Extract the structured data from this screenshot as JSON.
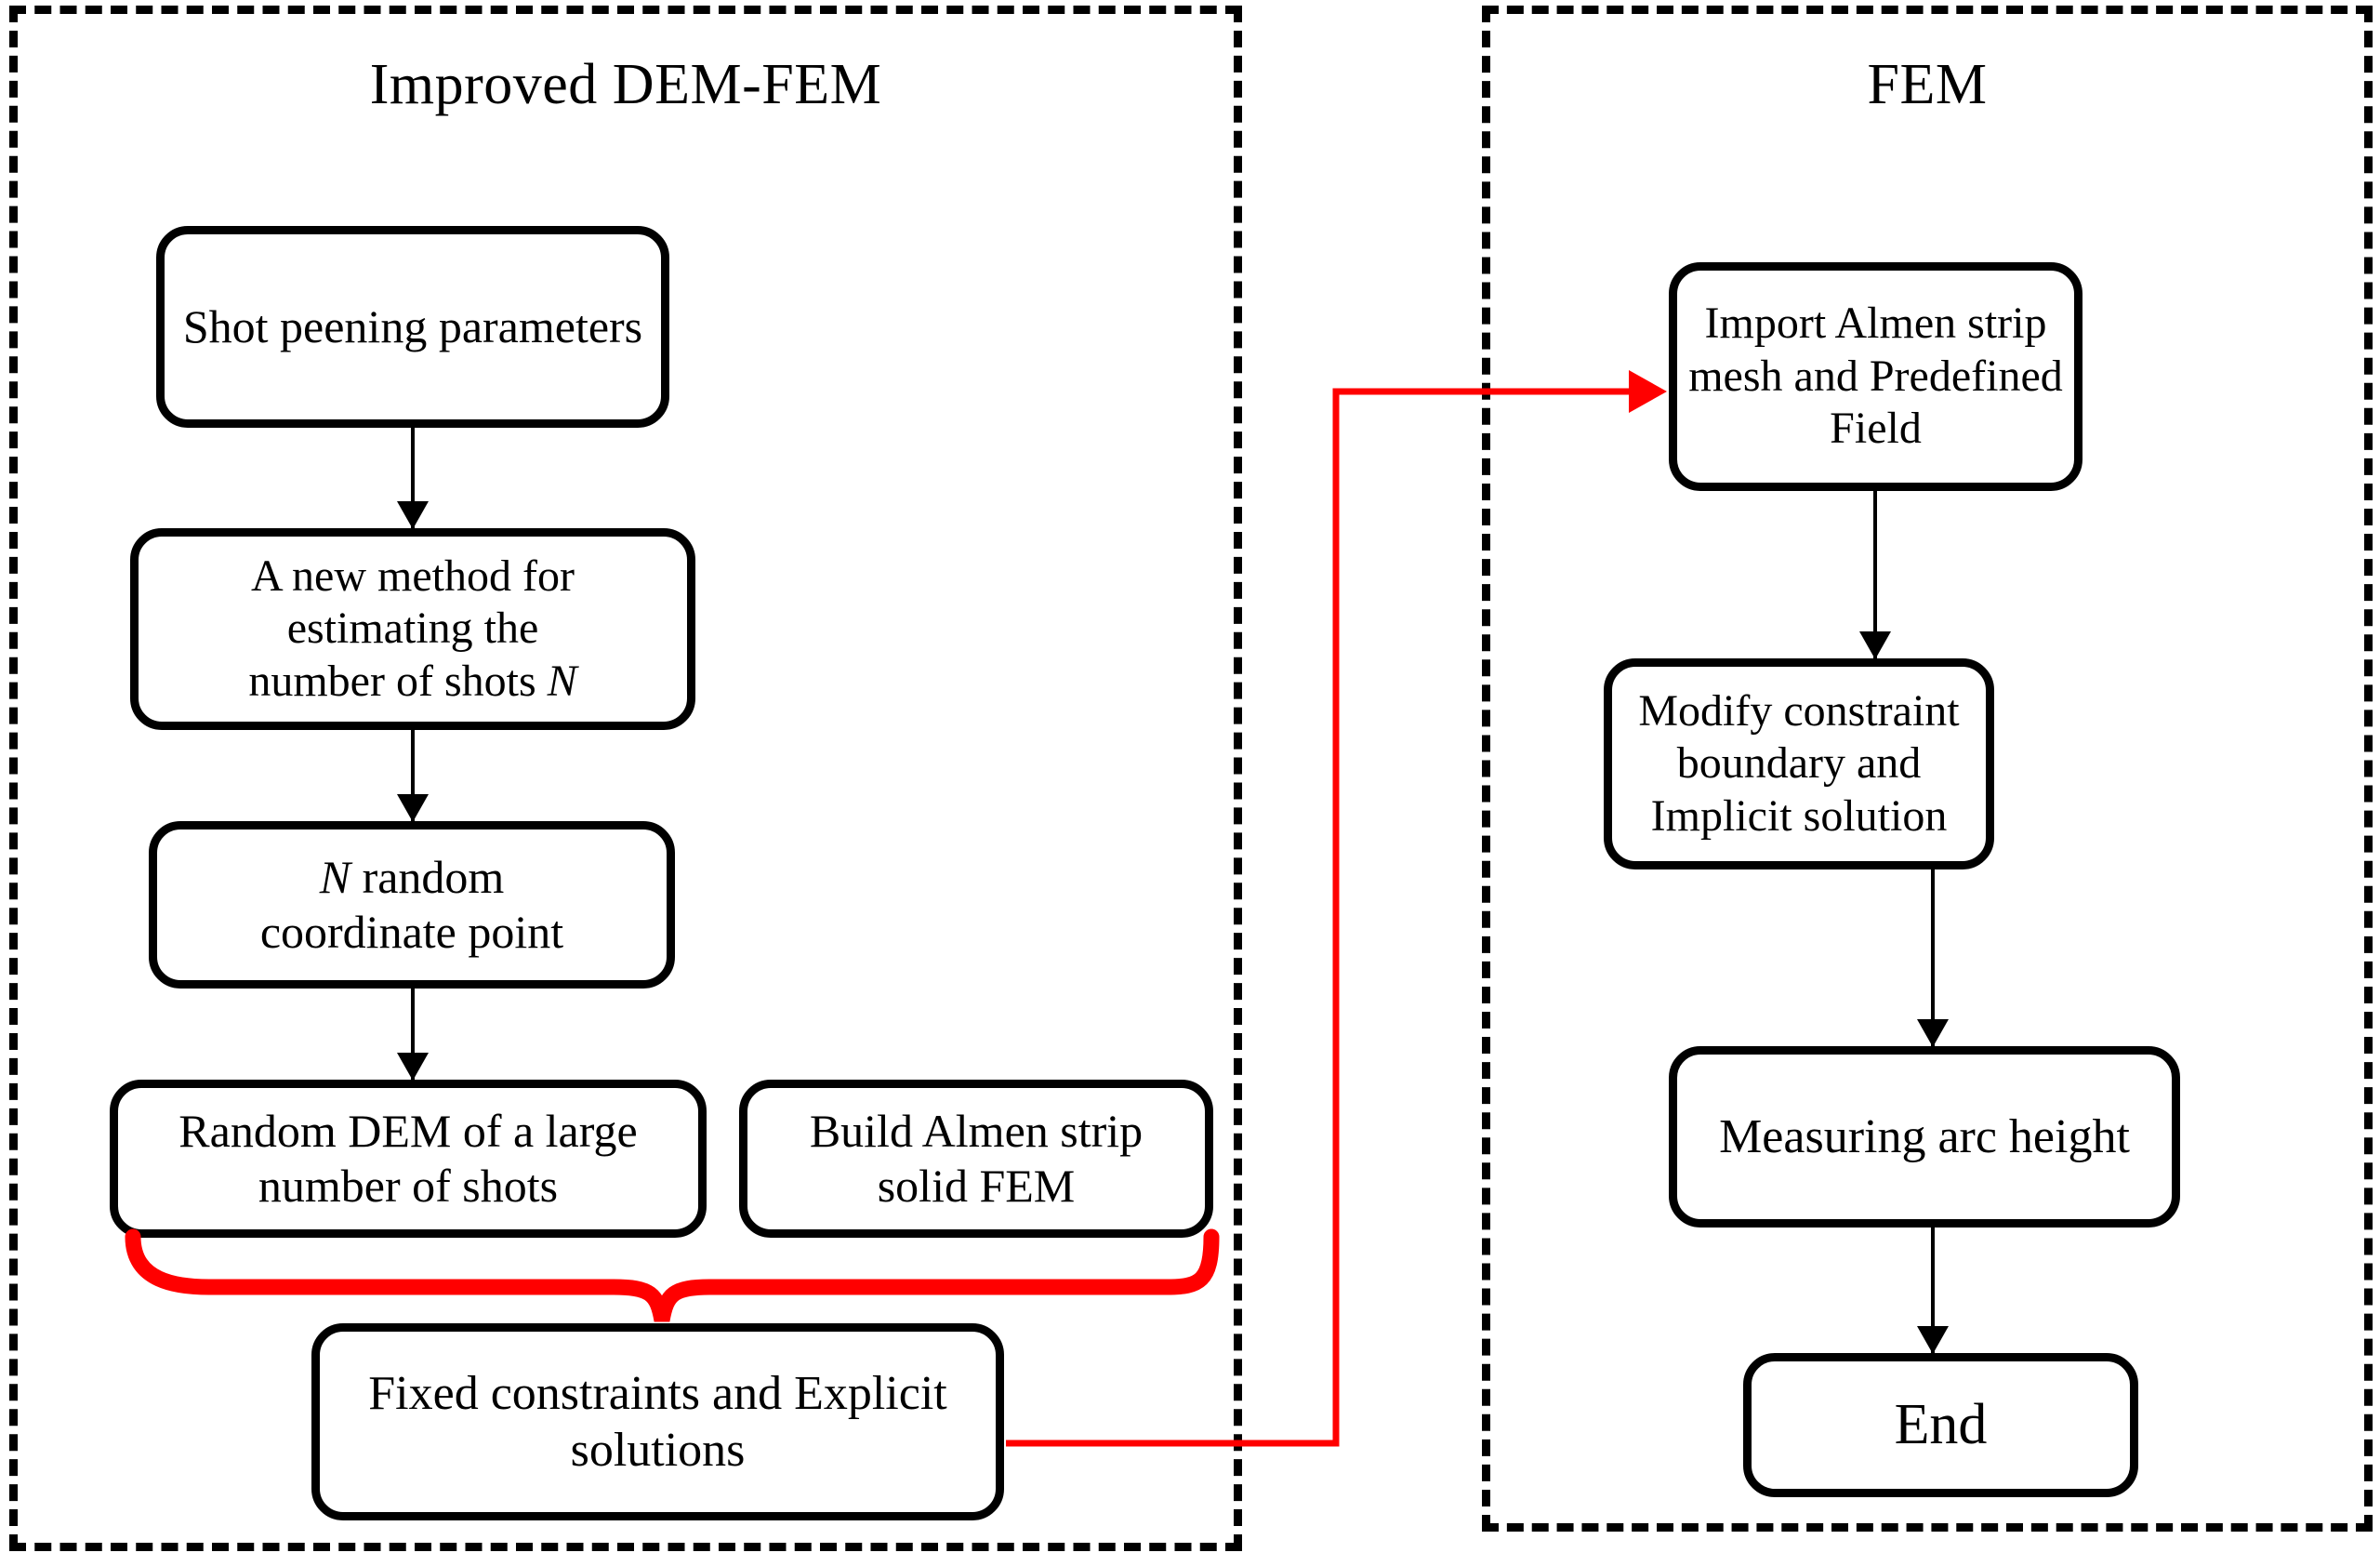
{
  "panels": {
    "left": {
      "title": "Improved DEM-FEM"
    },
    "right": {
      "title": "FEM"
    }
  },
  "nodes": {
    "shot_peening_parameters": "Shot peening parameters",
    "new_method_line1": "A new method for",
    "new_method_line2": "estimating the",
    "new_method_line3a": "number of shots ",
    "new_method_line3b": "N",
    "random_coord_a": "N",
    "random_coord_b": " random",
    "random_coord_c": "coordinate point",
    "random_dem": "Random DEM of a large number of shots",
    "build_almen": "Build Almen strip solid FEM",
    "fixed_constraints": "Fixed constraints and Explicit solutions",
    "import_almen": "Import Almen strip mesh  and Predefined Field",
    "modify_constraint": "Modify constraint boundary and Implicit solution",
    "measuring_arc": "Measuring arc height",
    "end": "End"
  },
  "connectors": {
    "arrow_1_name": "shot-peening-to-new-method",
    "arrow_2_name": "new-method-to-random-coordinate",
    "arrow_3_name": "random-coordinate-to-random-dem",
    "arrow_4_name": "import-to-modify",
    "arrow_5_name": "modify-to-measuring",
    "arrow_6_name": "measuring-to-end",
    "brace_name": "red-merge-brace",
    "cross_panel_name": "red-cross-panel-arrow"
  },
  "colors": {
    "stroke": "#000000",
    "accent_red": "#ff0000",
    "background": "#ffffff"
  }
}
